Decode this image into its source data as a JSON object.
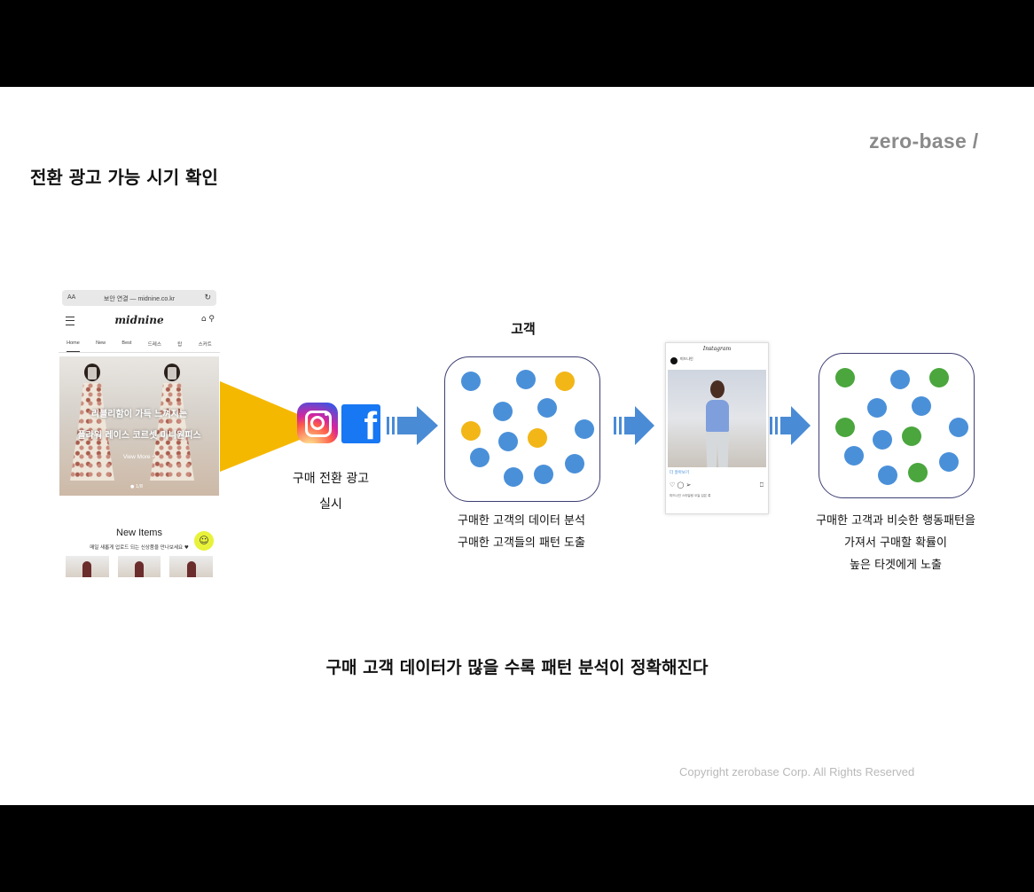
{
  "brand": "zero-base /",
  "title": "전환 광고 가능 시기 확인",
  "phone": {
    "url_secure_label": "AA",
    "url": "보안 연결 — midnine.co.kr",
    "logo": "midnine",
    "nav": [
      "Home",
      "New",
      "Best",
      "드레스",
      "탑",
      "스커트"
    ],
    "hero_line1": "리블리함이 가득 느껴지는",
    "hero_line2": "플라워 레이스 코르셋 미니원피스",
    "hero_button": "View More +",
    "hero_indicator": "● 1/8",
    "new_items_title": "New Items",
    "new_items_sub": "매일 새롭게 업로드 되는 신상품을 만나보세요 ♥"
  },
  "step1": {
    "line1": "구매 전환 광고",
    "line2": "실시"
  },
  "customer": {
    "label": "고객",
    "caption1": "구매한 고객의 데이터 분석",
    "caption2": "구매한 고객들의 패턴 도출"
  },
  "post": {
    "app_title": "Instagram",
    "username": "미드나인",
    "more_label": "더 알아보기",
    "caption": "미드나인 스타일링 오늘 입은 룩"
  },
  "target": {
    "line1": "구매한 고객과 비슷한 행동패턴을",
    "line2": "가져서 구매할 확률이",
    "line3": "높은 타겟에게 노출"
  },
  "bottom_message": "구매 고객 데이터가 많을 수록 패턴 분석이 정확해진다",
  "copyright": "Copyright zerobase Corp. All Rights Reserved",
  "colors": {
    "blue_dot": "#4a90d9",
    "yellow_dot": "#f2b617",
    "green_dot": "#4aa63d",
    "arrow": "#4a8bd6",
    "box_border": "#3d3f73",
    "cone": "#f5b800"
  }
}
